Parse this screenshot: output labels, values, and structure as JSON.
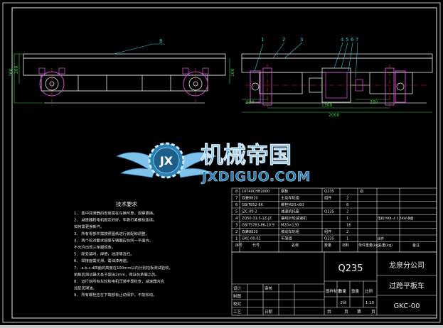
{
  "drawing": {
    "balloons_left": [
      "8"
    ],
    "balloons_right": [
      "1",
      "2",
      "3",
      "4",
      "5",
      "6",
      "7"
    ],
    "dims_left": [
      "260",
      "200",
      "100"
    ],
    "dims_right": [
      "500",
      "350",
      "1300",
      "2000"
    ]
  },
  "watermark": {
    "logo_letters": "JX",
    "cn_name": "机械帝国",
    "domain": "JXDIGUO.COM"
  },
  "notes": {
    "title": "技术要求",
    "items": [
      "1、 集中润滑器的安装需在车辆可靠，观察更换。",
      "2、 减速器和电机固定好好，牢靠打紧螺栓连续。",
      "   如何需更换新件。",
      "3、 所有零部件需按照图纸进行装配和调整。",
      "4、 两个轮对要求按照车辆图应在同一平面内，",
      "   不允许出现三条腿现象。",
      "5、 除安装时，焊接，油漆等清扫。",
      "6、 焊接面需光滑，需油漆两遍。",
      "7、 a.b.c.d四面的高度在100mm以内分别拍板测试验收，",
      "   拍板后测试最大处不超出2mm，保证在承载之后。",
      "8、 运行前所有车轮和电机压装牢靠检查，减速器内应",
      "   加足润滑油。",
      "9、 所有螺栓应在下端部有止动保护，不能松动。"
    ]
  },
  "bom": {
    "rows": [
      {
        "no": "8",
        "code": "10T40CHB2000",
        "name": "钢板",
        "qty": "",
        "material": "Q235",
        "note": "",
        "extra": "自"
      },
      {
        "no": "7",
        "code": "双蜂8820",
        "name": "主动车轮组",
        "qty": "2",
        "material": "组件",
        "note": "",
        "extra": ""
      },
      {
        "no": "6",
        "code": "GB/T852-86",
        "name": "螺栓M20×60",
        "qty": "8",
        "material": "",
        "note": "",
        "extra": ""
      },
      {
        "no": "5",
        "code": "JZC-00-2",
        "name": "减速机托座",
        "qty": "2",
        "material": "Q235",
        "note": "",
        "extra": ""
      },
      {
        "no": "4",
        "code": "ZQ50-31.5-1Z-JZ",
        "name": "摆线针轮减速机",
        "qty": "1",
        "material": "",
        "note": "4-2",
        "extra": "电机Y90L-4 1.5KW 2台"
      },
      {
        "no": "3",
        "code": "GB/T5783-86-10.9",
        "name": "M20×130",
        "qty": "16",
        "material": "",
        "note": "",
        "extra": ""
      },
      {
        "no": "2",
        "code": "双蜂8820",
        "name": "被动车轮组",
        "qty": "2",
        "material": "组件",
        "note": "",
        "extra": ""
      },
      {
        "no": "1",
        "code": "GKC-00-01",
        "name": "车架组",
        "qty": "1",
        "material": "Q235",
        "note": "",
        "extra": "组件"
      }
    ],
    "header": [
      "序号",
      "代号",
      "名称",
      "数量",
      "材料",
      "单件重量(kg)",
      "总重(kg)",
      "备注"
    ]
  },
  "title_block": {
    "material": "Q235",
    "company": "龙泉分公司",
    "drawing_name": "过跨平板车",
    "drawing_no": "GKC-00",
    "labels": [
      "设计",
      "制图",
      "审核",
      "校对",
      "日期",
      "工艺"
    ],
    "stage_headers": [
      "图样标记",
      "数量",
      "重量",
      "比例"
    ],
    "ratio": "1:10",
    "sheet": [
      "共",
      "页",
      "第",
      "页"
    ],
    "qty_field": "2台"
  },
  "colors": {
    "line_white": "#e8e8e8",
    "dim_green": "#3fd13f",
    "wheel_magenta": "#d04bd0",
    "center_red": "#e03030",
    "balloon_cyan": "#36c9c9",
    "logo_blue": "#2a7fb3",
    "logo_light": "#7fc3ea"
  }
}
